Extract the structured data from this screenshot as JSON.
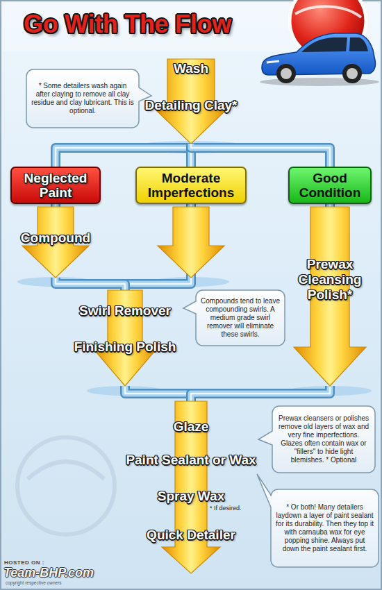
{
  "diagram": {
    "title": "Go With The Flow",
    "nodes": [
      {
        "text": [
          "Wash",
          "Detailing Clay*"
        ]
      },
      {
        "text": [
          "* Some detailers wash again after claying to remove all clay residue and clay lubricant. This is optional."
        ]
      },
      {
        "text": [
          "Neglected Paint"
        ]
      },
      {
        "text": [
          "Moderate Imperfections"
        ]
      },
      {
        "text": [
          "Good Condition"
        ]
      },
      {
        "text": [
          "Compound"
        ]
      },
      {
        "text": [
          "Prewax Cleansing Polish*"
        ]
      },
      {
        "text": [
          "Swirl Remover",
          "Finishing Polish"
        ]
      },
      {
        "text": [
          "Compounds tend to leave compounding swirls. A medium grade swirl remover will eliminate these swirls."
        ]
      },
      {
        "text": [
          "Glaze",
          "Paint Sealant or Wax",
          "Spray Wax",
          "Quick Detailer"
        ]
      },
      {
        "text": [
          "Prewax cleansers or polishes remove old layers of wax and very fine imperfections. Glazes often contain wax or \"fillers\" to hide light blemishes. * Optional"
        ]
      },
      {
        "text": [
          "* Or both! Many detailers laydown a layer of paint sealant for its durability. Then they top it with carnauba wax for eye popping shine. Always put down the paint sealant first."
        ]
      }
    ],
    "edges": [
      {
        "from": 0,
        "to": 2,
        "arrow": "none"
      },
      {
        "from": 0,
        "to": 3,
        "arrow": "none"
      },
      {
        "from": 0,
        "to": 4,
        "arrow": "none"
      },
      {
        "from": 2,
        "to": 5,
        "arrow": "none"
      },
      {
        "from": 4,
        "to": 6,
        "arrow": "none"
      },
      {
        "from": 3,
        "to": 7,
        "arrow": "none"
      },
      {
        "from": 5,
        "to": 7,
        "arrow": "none"
      },
      {
        "from": 7,
        "to": 9,
        "arrow": "none"
      },
      {
        "from": 6,
        "to": 9,
        "arrow": "none"
      }
    ],
    "labels": [
      "* If desired.",
      "HOSTED ON :",
      "Team-BHP.com",
      "copyright respective owners"
    ]
  }
}
